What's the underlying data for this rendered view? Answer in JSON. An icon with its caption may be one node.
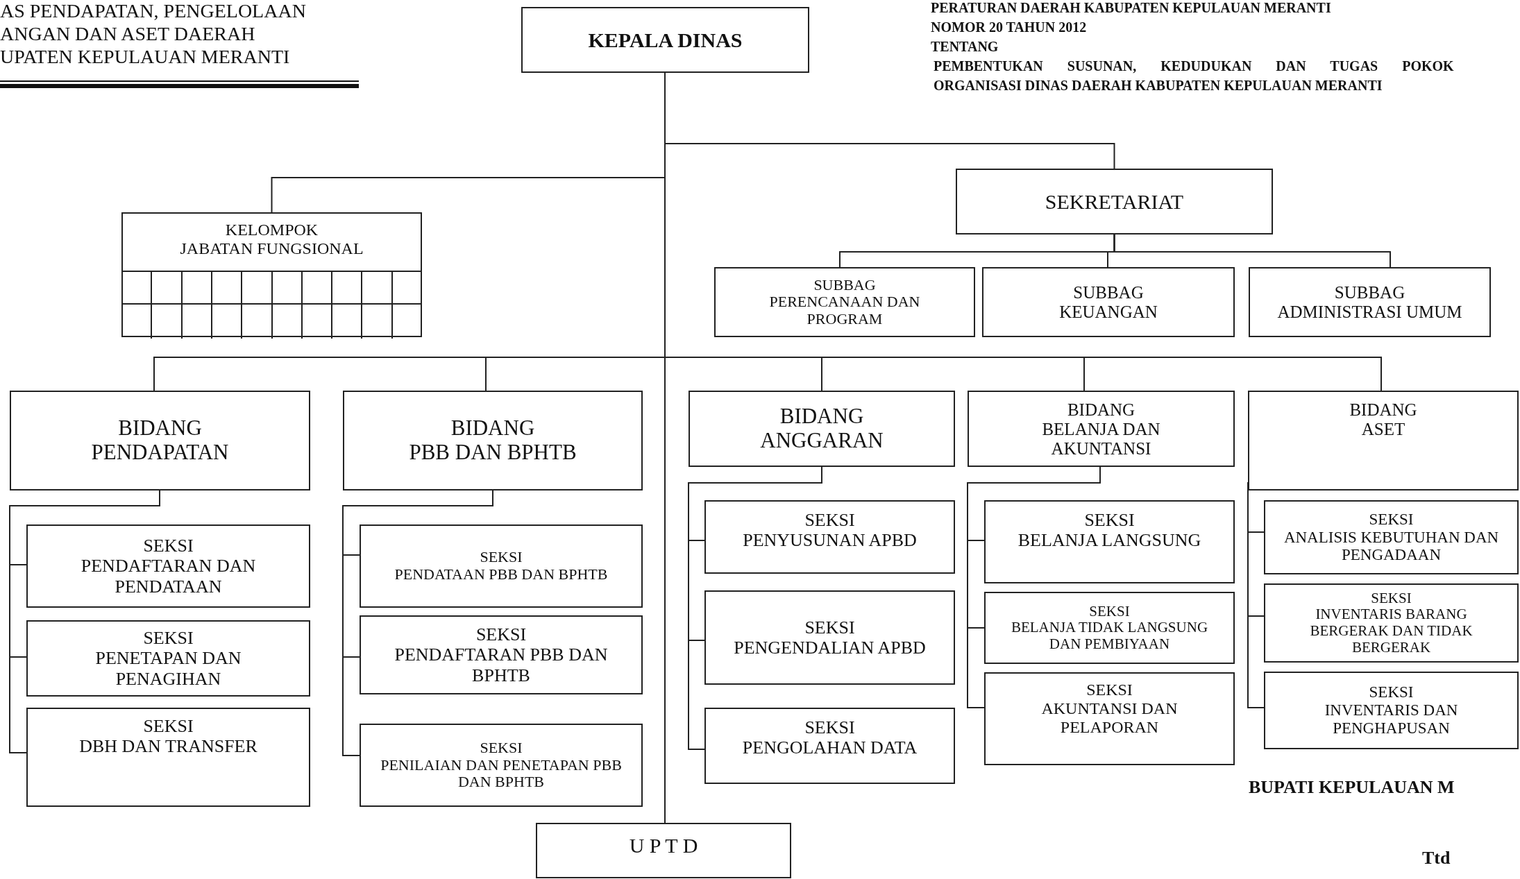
{
  "diagram": {
    "nodes": [
      {
        "text": [
          "KEPALA DINAS"
        ]
      },
      {
        "text": [
          "SEKRETARIAT"
        ]
      },
      {
        "text": [
          "KELOMPOK",
          "JABATAN FUNGSIONAL"
        ]
      },
      {
        "text": [
          "SUBBAG",
          "PERENCANAAN DAN PROGRAM"
        ]
      },
      {
        "text": [
          "SUBBAG",
          "KEUANGAN"
        ]
      },
      {
        "text": [
          "SUBBAG",
          "ADMINISTRASI UMUM"
        ]
      },
      {
        "text": [
          "BIDANG",
          "PENDAPATAN"
        ]
      },
      {
        "text": [
          "BIDANG",
          "PBB DAN BPHTB"
        ]
      },
      {
        "text": [
          "BIDANG",
          "ANGGARAN"
        ]
      },
      {
        "text": [
          "BIDANG",
          "BELANJA DAN AKUNTANSI"
        ]
      },
      {
        "text": [
          "BIDANG",
          "ASET"
        ]
      },
      {
        "text": [
          "SEKSI",
          "PENDAFTARAN DAN PENDATAAN"
        ]
      },
      {
        "text": [
          "SEKSI",
          "PENETAPAN DAN PENAGIHAN"
        ]
      },
      {
        "text": [
          "SEKSI",
          "DBH DAN TRANSFER"
        ]
      },
      {
        "text": [
          "SEKSI",
          "PENDATAAN PBB DAN BPHTB"
        ]
      },
      {
        "text": [
          "SEKSI",
          "PENDAFTARAN PBB DAN BPHTB"
        ]
      },
      {
        "text": [
          "SEKSI",
          "PENILAIAN DAN PENETAPAN PBB DAN BPHTB"
        ]
      },
      {
        "text": [
          "SEKSI",
          "PENYUSUNAN APBD"
        ]
      },
      {
        "text": [
          "SEKSI",
          "PENGENDALIAN APBD"
        ]
      },
      {
        "text": [
          "SEKSI",
          "PENGOLAHAN DATA"
        ]
      },
      {
        "text": [
          "SEKSI",
          "BELANJA LANGSUNG"
        ]
      },
      {
        "text": [
          "SEKSI",
          "BELANJA TIDAK LANGSUNG DAN PEMBIYAAN"
        ]
      },
      {
        "text": [
          "SEKSI",
          "AKUNTANSI DAN PELAPORAN"
        ]
      },
      {
        "text": [
          "SEKSI",
          "ANALISIS KEBUTUHAN DAN PENGADAAN"
        ]
      },
      {
        "text": [
          "SEKSI",
          "INVENTARIS BARANG BERGERAK DAN TIDAK BERGERAK"
        ]
      },
      {
        "text": [
          "SEKSI",
          "INVENTARIS DAN PENGHAPUSAN"
        ]
      },
      {
        "text": [
          "U P T D"
        ]
      }
    ],
    "edges": [
      {
        "from": 0,
        "to": 1,
        "arrow": "none"
      },
      {
        "from": 0,
        "to": 2,
        "arrow": "none"
      },
      {
        "from": 1,
        "to": 3,
        "arrow": "none"
      },
      {
        "from": 1,
        "to": 4,
        "arrow": "none"
      },
      {
        "from": 1,
        "to": 5,
        "arrow": "none"
      },
      {
        "from": 0,
        "to": 6,
        "arrow": "none"
      },
      {
        "from": 0,
        "to": 7,
        "arrow": "none"
      },
      {
        "from": 0,
        "to": 8,
        "arrow": "none"
      },
      {
        "from": 0,
        "to": 9,
        "arrow": "none"
      },
      {
        "from": 0,
        "to": 10,
        "arrow": "none"
      },
      {
        "from": 6,
        "to": 11,
        "arrow": "none"
      },
      {
        "from": 6,
        "to": 12,
        "arrow": "none"
      },
      {
        "from": 6,
        "to": 13,
        "arrow": "none"
      },
      {
        "from": 7,
        "to": 14,
        "arrow": "none"
      },
      {
        "from": 7,
        "to": 15,
        "arrow": "none"
      },
      {
        "from": 7,
        "to": 16,
        "arrow": "none"
      },
      {
        "from": 8,
        "to": 17,
        "arrow": "none"
      },
      {
        "from": 8,
        "to": 18,
        "arrow": "none"
      },
      {
        "from": 8,
        "to": 19,
        "arrow": "none"
      },
      {
        "from": 9,
        "to": 20,
        "arrow": "none"
      },
      {
        "from": 9,
        "to": 21,
        "arrow": "none"
      },
      {
        "from": 9,
        "to": 22,
        "arrow": "none"
      },
      {
        "from": 10,
        "to": 23,
        "arrow": "none"
      },
      {
        "from": 10,
        "to": 24,
        "arrow": "none"
      },
      {
        "from": 10,
        "to": 25,
        "arrow": "none"
      },
      {
        "from": 0,
        "to": 26,
        "arrow": "none"
      }
    ],
    "labels": [
      "AS PENDAPATAN, PENGELOLAAN",
      "ANGAN DAN ASET DAERAH",
      "UPATEN KEPULAUAN MERANTI",
      "PERATURAN DAERAH KABUPATEN KEPULAUAN MERANTI",
      "NOMOR 20 TAHUN 2012",
      "TENTANG",
      "PEMBENTUKAN SUSUNAN, KEDUDUKAN DAN TUGAS POKOK",
      "ORGANISASI DINAS DAERAH KABUPATEN KEPULAUAN MERANTI",
      "BUPATI KEPULAUAN M",
      "Ttd"
    ]
  }
}
